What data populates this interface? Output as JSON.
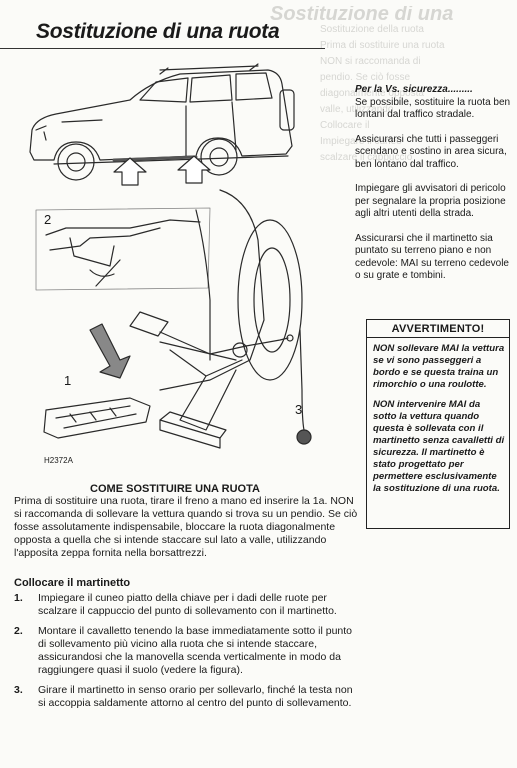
{
  "page": {
    "title": "Sostituzione di una ruota"
  },
  "bleed": {
    "title": "Sostituzione di una",
    "lines": [
      "Sostituzione della ruota",
      "Prima di sostituire una ruota",
      "NON si raccomanda di",
      "pendio. Se ciò fosse",
      "diagonalmente opposta",
      "valle, utilizzando",
      "Collocare il",
      "Impiegare il cuneo",
      "scalzare il cappuccio"
    ]
  },
  "figure": {
    "code": "H2372A",
    "callouts": [
      "2",
      "1",
      "3"
    ]
  },
  "sidebar": {
    "lead": "Per la Vs. sicurezza.........",
    "paragraphs": [
      "Se possibile, sostituire la ruota ben lontani dal traffico stradale.",
      "Assicurarsi che tutti i passeggeri scendano e sostino in area sicura, ben lontano dal traffico.",
      "Impiegare gli avvisatori di pericolo per segnalare la propria posizione agli altri utenti della strada.",
      "Assicurarsi che il martinetto sia puntato su terreno piano e non cedevole: MAI su terreno cedevole o su grate e tombini."
    ]
  },
  "warning": {
    "title": "AVVERTIMENTO!",
    "paragraphs": [
      "NON sollevare MAI la vettura se vi sono passeggeri a bordo e se questa traina un rimorchio o una roulotte.",
      "NON intervenire MAI da sotto la vettura quando questa è sollevata con il martinetto senza cavalletti di sicurezza. Il martinetto è stato progettato per permettere esclusivamente la sostituzione di una ruota."
    ]
  },
  "main": {
    "heading": "COME SOSTITUIRE UNA RUOTA",
    "intro": "Prima di sostituire una ruota, tirare il freno a mano ed inserire la 1a. NON si raccomanda di sollevare la vettura quando si trova su un pendio. Se ciò fosse assolutamente indispensabile, bloccare la ruota diagonalmente opposta a quella che si intende staccare sul lato a valle, utilizzando l'apposita zeppa fornita nella borsattrezzi.",
    "subheading": "Collocare il martinetto",
    "steps": [
      {
        "num": "1.",
        "text": "Impiegare il cuneo piatto della chiave per i dadi delle ruote per scalzare il cappuccio del punto di sollevamento con il martinetto."
      },
      {
        "num": "2.",
        "text": "Montare il cavalletto tenendo la base immediatamente sotto il punto di sollevamento più vicino alla ruota che si intende staccare, assicurandosi che la manovella scenda verticalmente in modo da raggiungere quasi il suolo (vedere la figura)."
      },
      {
        "num": "3.",
        "text": "Girare il martinetto in senso orario per sollevarlo, finché la testa non si accoppia saldamente attorno al centro del punto di sollevamento."
      }
    ]
  }
}
